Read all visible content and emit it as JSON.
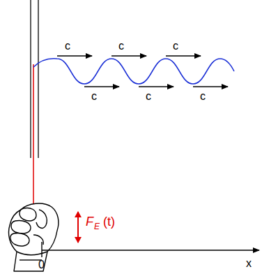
{
  "diagram": {
    "labels": [
      "c",
      "c",
      "c",
      "c",
      "c",
      "c",
      "F",
      "E",
      "(t)",
      "0",
      "x"
    ]
  }
}
